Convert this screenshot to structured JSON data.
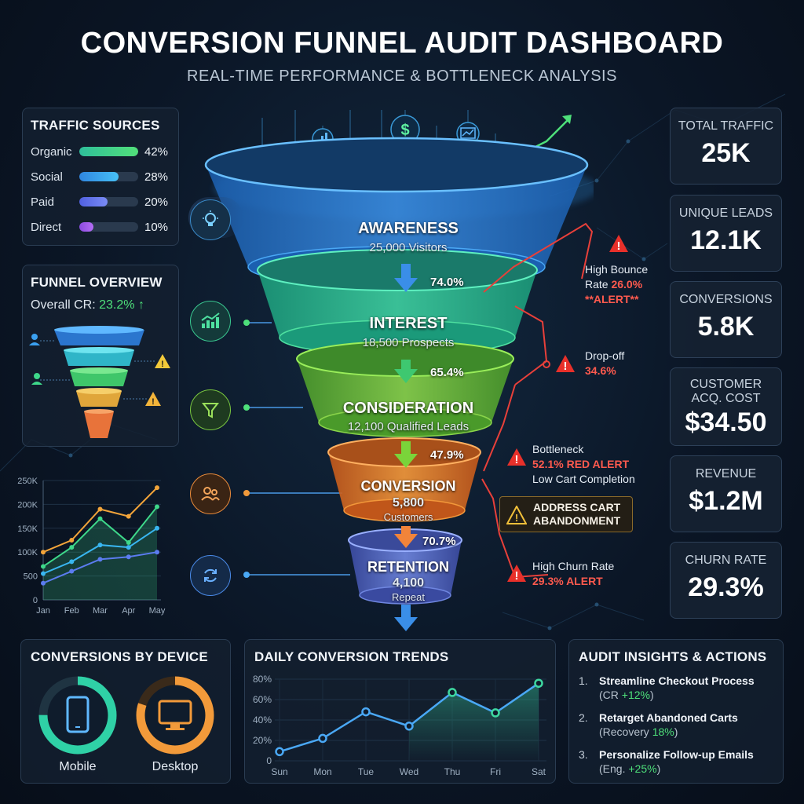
{
  "header": {
    "title": "CONVERSION FUNNEL AUDIT DASHBOARD",
    "subtitle": "REAL-TIME PERFORMANCE & BOTTLENECK ANALYSIS"
  },
  "traffic_sources": {
    "title": "TRAFFIC SOURCES",
    "items": [
      {
        "name": "Organic",
        "percent_label": "42%",
        "percent": 42,
        "color": "#3ed88a"
      },
      {
        "name": "Social",
        "percent_label": "28%",
        "percent": 28,
        "color": "#3aa8f0"
      },
      {
        "name": "Paid",
        "percent_label": "20%",
        "percent": 20,
        "color": "#6a78f0"
      },
      {
        "name": "Direct",
        "percent_label": "10%",
        "percent": 10,
        "color": "#a45ef0"
      }
    ]
  },
  "funnel_overview": {
    "title": "FUNNEL OVERVIEW",
    "cr_label": "Overall CR: ",
    "cr_value": "23.2% ↑"
  },
  "funnel": {
    "stages": [
      {
        "name": "AWARENESS",
        "sub": "25,000 Visitors",
        "icon": "lightbulb-icon"
      },
      {
        "name": "INTEREST",
        "sub": "18,500 Prospects",
        "icon": "growth-chart-icon"
      },
      {
        "name": "CONSIDERATION",
        "sub": "12,100 Qualified Leads",
        "icon": "filter-icon"
      },
      {
        "name": "CONVERSION",
        "value": "5,800",
        "sub": "Customers",
        "icon": "users-icon"
      },
      {
        "name": "RETENTION",
        "value": "4,100",
        "sub": "Repeat",
        "icon": "refresh-icon"
      }
    ],
    "rates": [
      "74.0%",
      "65.4%",
      "47.9%",
      "70.7%"
    ],
    "alerts": {
      "bounce": {
        "line1": "High Bounce",
        "line2a": "Rate ",
        "line2b": "26.0%",
        "line3": "**ALERT**"
      },
      "dropoff": {
        "line1": "Drop-off",
        "line2": "34.6%"
      },
      "bottleneck": {
        "line1": "Bottleneck",
        "line2": "52.1% RED ALERT",
        "line3": "Low Cart Completion"
      },
      "action": {
        "line1": "ADDRESS CART",
        "line2": "ABANDONMENT"
      },
      "churn": {
        "line1": "High Churn Rate",
        "line2": "29.3% ALERT"
      }
    }
  },
  "kpis": [
    {
      "label": "TOTAL TRAFFIC",
      "value": "25K"
    },
    {
      "label": "UNIQUE LEADS",
      "value": "12.1K"
    },
    {
      "label": "CONVERSIONS",
      "value": "5.8K"
    },
    {
      "label": "CUSTOMER ACQ. COST",
      "value": "$34.50"
    },
    {
      "label": "REVENUE",
      "value": "$1.2M"
    },
    {
      "label": "CHURN RATE",
      "value": "29.3%"
    }
  ],
  "chart_data": [
    {
      "type": "line",
      "title": "",
      "categories": [
        "Jan",
        "Feb",
        "Mar",
        "Apr",
        "May"
      ],
      "y_ticks": [
        "0",
        "500",
        "100K",
        "150K",
        "200K",
        "250K"
      ],
      "ylim": [
        0,
        250
      ],
      "series": [
        {
          "values": [
            100,
            125,
            190,
            175,
            235
          ],
          "color": "#f2a43a"
        },
        {
          "values": [
            70,
            110,
            170,
            120,
            195
          ],
          "color": "#3ed88a"
        },
        {
          "values": [
            55,
            80,
            115,
            110,
            150
          ],
          "color": "#39b6f0"
        },
        {
          "values": [
            35,
            60,
            85,
            90,
            100
          ],
          "color": "#5b7cf0"
        }
      ]
    },
    {
      "type": "line",
      "title": "DAILY CONVERSION TRENDS",
      "categories": [
        "Sun",
        "Mon",
        "Tue",
        "Wed",
        "Thu",
        "Fri",
        "Sat"
      ],
      "y_ticks": [
        "0",
        "20%",
        "40%",
        "60%",
        "80%"
      ],
      "ylim": [
        0,
        80
      ],
      "series": [
        {
          "values": [
            9,
            22,
            48,
            34,
            67,
            47,
            76
          ],
          "color": "#4aa8f5"
        }
      ]
    },
    {
      "type": "donut",
      "title": "CONVERSIONS BY DEVICE",
      "categories": [
        "Mobile",
        "Desktop"
      ],
      "values": [
        75,
        80
      ],
      "colors": [
        "#2fd1a6",
        "#f29a3a"
      ]
    }
  ],
  "device": {
    "title": "CONVERSIONS BY DEVICE",
    "mobile": "Mobile",
    "desktop": "Desktop"
  },
  "trends": {
    "title": "DAILY CONVERSION TRENDS"
  },
  "insights": {
    "title": "AUDIT INSIGHTS & ACTIONS",
    "items": [
      {
        "num": "1.",
        "title": "Streamline Checkout Process",
        "detail_a": "(CR ",
        "detail_b": "+12%",
        "detail_c": ")"
      },
      {
        "num": "2.",
        "title": "Retarget Abandoned Carts",
        "detail_a": "(Recovery ",
        "detail_b": "18%",
        "detail_c": ")"
      },
      {
        "num": "3.",
        "title": "Personalize Follow-up Emails",
        "detail_a": "(Eng. ",
        "detail_b": "+25%",
        "detail_c": ")"
      }
    ]
  }
}
